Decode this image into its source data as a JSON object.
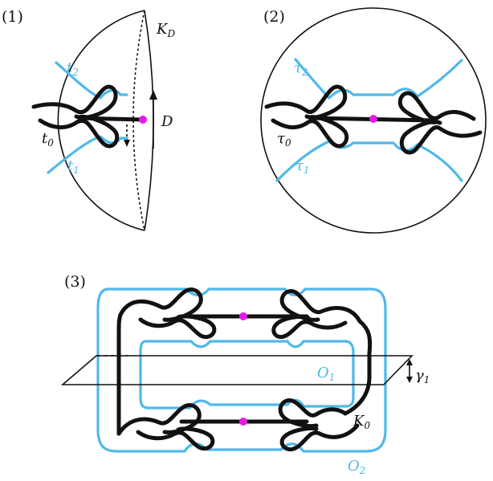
{
  "colors": {
    "knot": "#111111",
    "tangle": "#4fb8ea",
    "point": "#e619e6"
  },
  "panels": {
    "p1": {
      "index": "(1)",
      "sphere_label": "K",
      "sphere_label_sub": "D",
      "disk_label": "D",
      "top_strand": "t",
      "top_strand_sub": "2",
      "bottom_strand": "t",
      "bottom_strand_sub": "1",
      "knot_strand": "t",
      "knot_strand_sub": "0"
    },
    "p2": {
      "index": "(2)",
      "top_strand": "τ",
      "top_strand_sub": "2",
      "bottom_strand": "τ",
      "bottom_strand_sub": "1",
      "knot_strand": "τ",
      "knot_strand_sub": "0"
    },
    "p3": {
      "index": "(3)",
      "inner_label": "O",
      "inner_label_sub": "1",
      "outer_label": "O",
      "outer_label_sub": "2",
      "knot_label": "K",
      "knot_label_sub": "0",
      "gamma_label": "γ",
      "gamma_label_sub": "1",
      "gamma_arrow": "↕"
    }
  }
}
